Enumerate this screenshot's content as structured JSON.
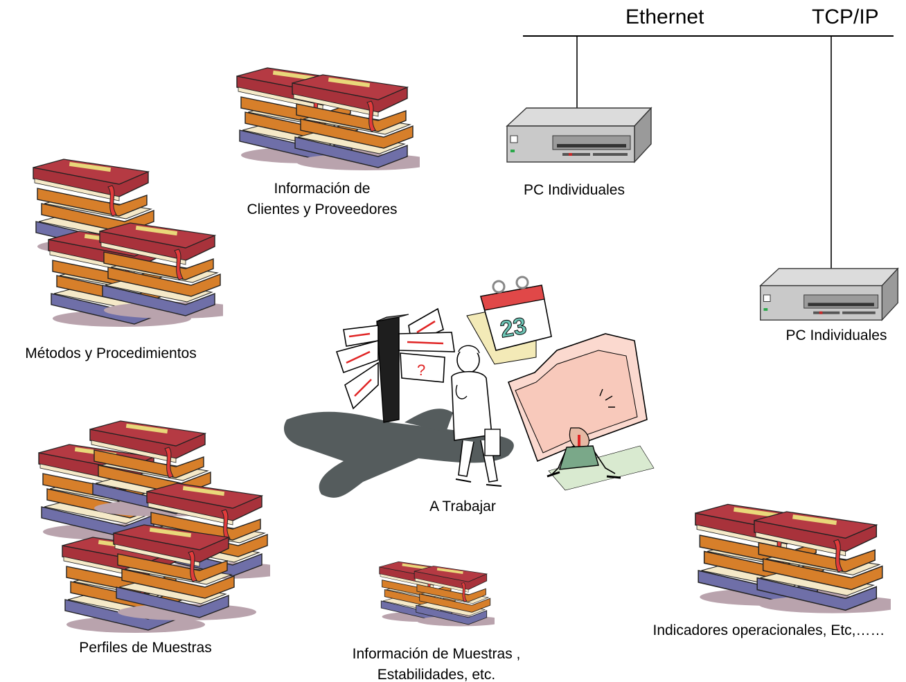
{
  "network": {
    "ethernet_label": "Ethernet",
    "tcpip_label": "TCP/IP",
    "line_color": "#000000"
  },
  "computers": [
    {
      "label": "PC Individuales",
      "icon": "desktop-computer-icon"
    },
    {
      "label": "PC Individuales",
      "icon": "desktop-computer-icon"
    }
  ],
  "book_groups": [
    {
      "line1": "Información de",
      "line2": "Clientes y Proveedores",
      "icon": "book-stack-icon"
    },
    {
      "line1": "Métodos y Procedimientos",
      "icon": "book-stack-icon"
    },
    {
      "line1": "Perfiles de Muestras",
      "icon": "book-stack-icon"
    },
    {
      "line1": "Información  de Muestras ,",
      "line2": "Estabilidades, etc.",
      "icon": "book-stack-icon"
    },
    {
      "line1": "Indicadores operacionales, Etc,……",
      "icon": "book-stack-icon"
    }
  ],
  "center": {
    "label": "A Trabajar",
    "icons": [
      "signpost-icon",
      "businessman-icon",
      "calendar-icon",
      "folder-carrier-icon"
    ],
    "calendar_day": "23",
    "sign_question": "?"
  },
  "colors": {
    "book_red": "#a8323b",
    "book_orange": "#d77f2a",
    "book_blue": "#6f6fa8",
    "book_pages": "#f5e9c8",
    "book_shadow": "#b9a3ad",
    "computer_body": "#c9c9c9",
    "shadow_gray": "#555c5d",
    "folder_pink": "#fbd9cf"
  }
}
